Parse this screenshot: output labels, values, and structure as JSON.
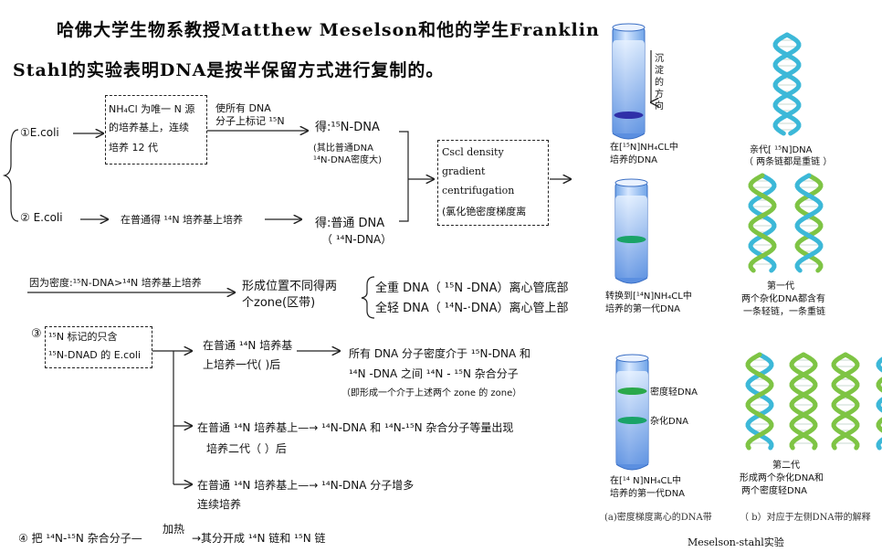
{
  "title": {
    "line1": "哈佛大学生物系教授Matthew  Meselson和他的学生Franklin",
    "line2": "Stahl的实验表明DNA是按半保留方式进行复制的。"
  },
  "left": {
    "ecoli1": "①E.coli",
    "box1": {
      "l1": "NH₄Cl 为唯一 N 源",
      "l2": "的培养基上，连续",
      "l3": "培养 12 代"
    },
    "label_mark": {
      "l1": "使所有 DNA",
      "l2": "分子上标记 ¹⁵N"
    },
    "result1": {
      "l1": "得:¹⁵N-DNA",
      "l2": "(其比普通DNA",
      "l3": "¹⁴N-DNA密度大)"
    },
    "ecoli2": "②  E.coli",
    "culture2": "在普通得 ¹⁴N 培养基上培养",
    "result2": {
      "l1": "得:普通 DNA",
      "l2": "（ ¹⁴N-DNA）"
    },
    "centrifuge_box": {
      "l1": "Cscl density",
      "l2": "gradient",
      "l3": "centrifugation",
      "l4": "(氯化铯密度梯度离"
    },
    "density_reason": "因为密度:¹⁵N-DNA>¹⁴N 培养基上培养",
    "position": {
      "l1": "形成位置不同得两",
      "l2": "个zone(区带)"
    },
    "heavy": "全重 DNA（ ¹⁵N -DNA）离心管底部",
    "light": "全轻 DNA（ ¹⁴N-·DNA）离心管上部",
    "step3_label": "③",
    "box3": {
      "l1": "¹⁵N 标记的只含",
      "l2": "¹⁵N-DNAD 的 E.coli"
    },
    "gen1": {
      "l1": "在普通 ¹⁴N 培养基",
      "l2": "上培养一代(  )后"
    },
    "gen1_result": {
      "l1": "所有 DNA 分子密度介于  ¹⁵N-DNA 和",
      "l2": "¹⁴N -DNA 之间  ¹⁴N - ¹⁵N  杂合分子",
      "l3": "（即形成一个介于上述两个 zone 的 zone）"
    },
    "gen2": {
      "l1": "在普通 ¹⁴N 培养基上—→ ¹⁴N-DNA 和  ¹⁴N-¹⁵N 杂合分子等量出现",
      "l2": "培养二代（     ）后"
    },
    "gen3": {
      "l1": "在普通 ¹⁴N 培养基上—→ ¹⁴N-DNA 分子增多",
      "l2": "连续培养"
    },
    "step4": {
      "prefix": "④  把  ¹⁴N-¹⁵N 杂合分子—",
      "heat": "加热",
      "suffix": "→其分开成 ¹⁴N 链和  ¹⁵N 链"
    }
  },
  "right": {
    "sediment_label": "沉淀的方向",
    "tube1_caption": {
      "l1": "在[¹⁵N]NH₄CL中",
      "l2": "培养的DNA"
    },
    "parent_caption": {
      "l1": "亲代[ ¹⁵N]DNA",
      "l2": "（ 两条链都是重链 ）"
    },
    "tube2_caption": {
      "l1": "转换到[¹⁴N]NH₄CL中",
      "l2": "培养的第一代DNA"
    },
    "gen1_caption": {
      "l1": "第一代",
      "l2": "两个杂化DNA都含有",
      "l3": "一条轻链，一条重链"
    },
    "light_dna": "密度轻DNA",
    "hybrid_dna": "杂化DNA",
    "tube3_caption": {
      "l1": "在[¹⁴ N]NH₄CL中",
      "l2": "培养的第一代DNA"
    },
    "gen2_caption": {
      "l1": "第二代",
      "l2": "形成两个杂化DNA和",
      "l3": "两个密度轻DNA"
    },
    "caption_a": "(a)密度梯度离心的DNA带",
    "caption_b": "（ b）对应于左侧DNA带的解释",
    "figure_title": "Meselson-stahl实验"
  },
  "colors": {
    "heavy_strand": "#3cb8d8",
    "light_strand": "#7ec444",
    "tube_blue": "#5b8fe0",
    "band_green": "#2aa84a"
  }
}
